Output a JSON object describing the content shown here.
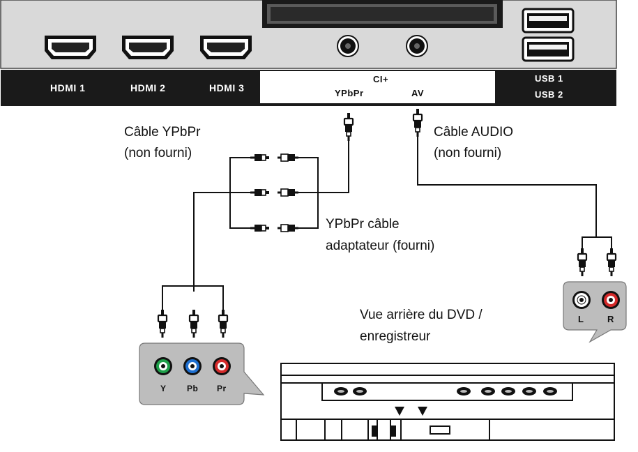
{
  "ports": {
    "hdmi1": "HDMI 1",
    "hdmi2": "HDMI 2",
    "hdmi3": "HDMI 3",
    "ci": "CI+",
    "ypbpr": "YPbPr",
    "av": "AV",
    "usb1": "USB 1",
    "usb2": "USB 2"
  },
  "labels": {
    "ypbpr_cable_line1": "Câble YPbPr",
    "ypbpr_cable_line2": "(non fourni)",
    "audio_cable_line1": "Câble AUDIO",
    "audio_cable_line2": "(non fourni)",
    "adapter_line1": "YPbPr câble",
    "adapter_line2": "adaptateur (fourni)",
    "dvd_line1": "Vue arrière du DVD /",
    "dvd_line2": "enregistreur"
  },
  "component_jacks": {
    "y": "Y",
    "pb": "Pb",
    "pr": "Pr"
  },
  "audio_jacks": {
    "l": "L",
    "r": "R"
  },
  "colors": {
    "panel_gray": "#d9d9d9",
    "strip_black": "#1a1a1a",
    "callout_gray": "#bdbdbd",
    "jack_y": "#1fa04a",
    "jack_pb": "#1e6fd0",
    "jack_pr": "#d42a2a",
    "jack_l": "#ffffff",
    "jack_r": "#d42a2a"
  }
}
